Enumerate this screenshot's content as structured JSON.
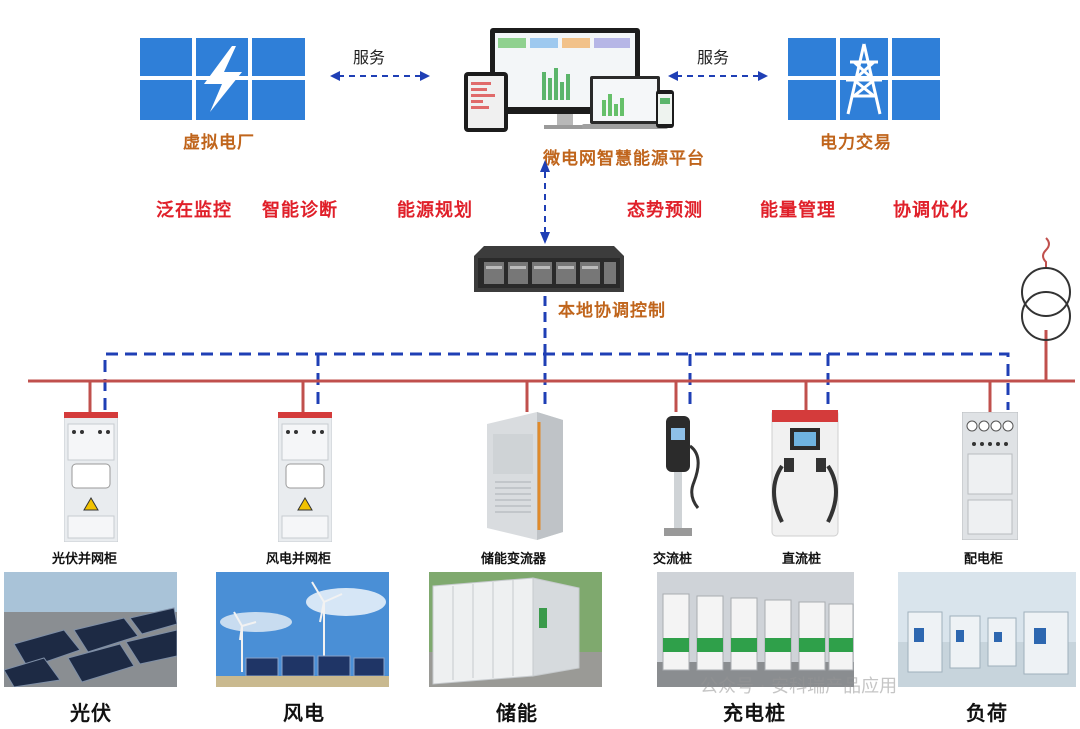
{
  "top": {
    "virtual_plant_label": "虚拟电厂",
    "platform_label": "微电网智慧能源平台",
    "trading_label": "电力交易",
    "service_left": "服务",
    "service_right": "服务"
  },
  "functions": [
    "泛在监控",
    "智能诊断",
    "能源规划",
    "态势预测",
    "能量管理",
    "协调优化"
  ],
  "controller_label": "本地协调控制",
  "equipment": [
    {
      "label": "光伏并网柜"
    },
    {
      "label": "风电并网柜"
    },
    {
      "label": "储能变流器"
    },
    {
      "label": "交流桩"
    },
    {
      "label": "直流桩"
    },
    {
      "label": "配电柜"
    }
  ],
  "scenes": [
    {
      "label": "光伏"
    },
    {
      "label": "风电"
    },
    {
      "label": "储能"
    },
    {
      "label": "充电桩"
    },
    {
      "label": "负荷"
    }
  ],
  "watermark": "公众号 · 安科瑞产品应用",
  "colors": {
    "accent_orange": "#c0651c",
    "accent_red": "#e0202a",
    "bus_line": "#c0504d",
    "comm_line": "#1f3fb5",
    "tile_blue": "#2f7fd8"
  },
  "icons": [
    "lightning-icon",
    "power-tower-icon",
    "transformer-icon"
  ]
}
